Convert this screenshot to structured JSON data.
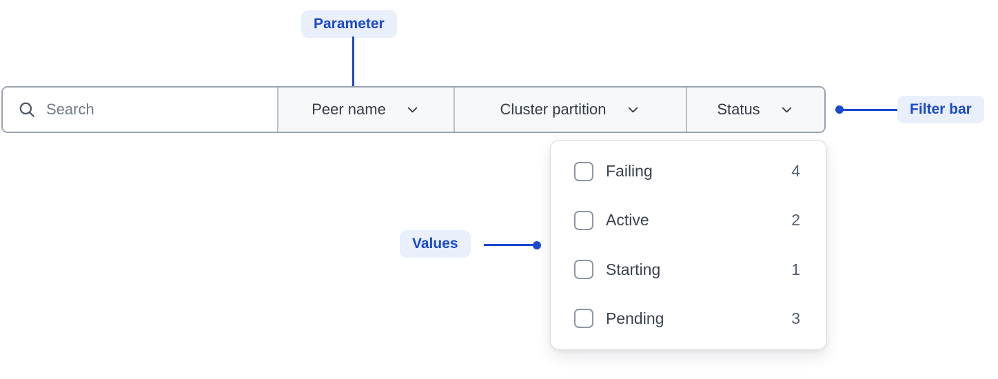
{
  "annotations": {
    "parameter": {
      "label": "Parameter"
    },
    "filter_bar": {
      "label": "Filter bar"
    },
    "values": {
      "label": "Values"
    }
  },
  "filter_bar": {
    "search": {
      "placeholder": "Search",
      "value": ""
    },
    "dropdowns": [
      {
        "label": "Peer name"
      },
      {
        "label": "Cluster partition"
      },
      {
        "label": "Status"
      }
    ]
  },
  "status_menu": {
    "items": [
      {
        "label": "Failing",
        "count": "4",
        "checked": false
      },
      {
        "label": "Active",
        "count": "2",
        "checked": false
      },
      {
        "label": "Starting",
        "count": "1",
        "checked": false
      },
      {
        "label": "Pending",
        "count": "3",
        "checked": false
      }
    ]
  },
  "colors": {
    "annotation_accent": "#1a49d0",
    "annotation_badge_bg": "#e9effb",
    "bar_border": "#9aa2ae",
    "segment_bg": "#f7f8f9",
    "bar_text": "#333b47",
    "menu_label": "#3a424e",
    "menu_count": "#565f6c"
  }
}
